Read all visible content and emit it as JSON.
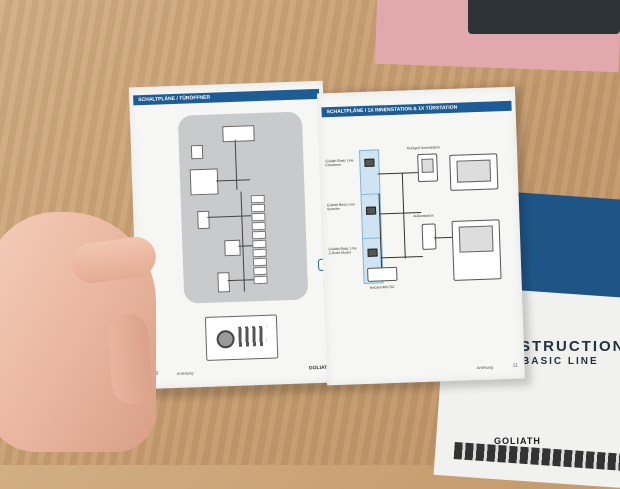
{
  "booklet": {
    "left_header": "SCHALTPLÄNE / TÜRÖFFNER",
    "right_header": "SCHALTPLÄNE / 1X INNENSTATION & 1X TÜRSTATION",
    "left_page_number": "10",
    "right_page_number": "11",
    "footer_text": "Anleitung",
    "footer_logo": "GOLIATH",
    "right_labels": {
      "line_1": "Goliath Basic Line Erweiterer",
      "line_2": "Goliath Basic Line Verteiler",
      "line_3": "Goliath Basic Line 2-Draht Modul",
      "monitor": "Ruhepol Innenstation",
      "outdoor": "Außenstation",
      "psu": "Netzteil 48V DC"
    }
  },
  "cover": {
    "title": "STRUCTION",
    "subtitle": "BASIC LINE",
    "logo": "GOLIATH"
  },
  "colors": {
    "header_blue": "#1e5c96",
    "tile_blue": "#cfe4f3",
    "cover_blue": "#1f5586"
  }
}
